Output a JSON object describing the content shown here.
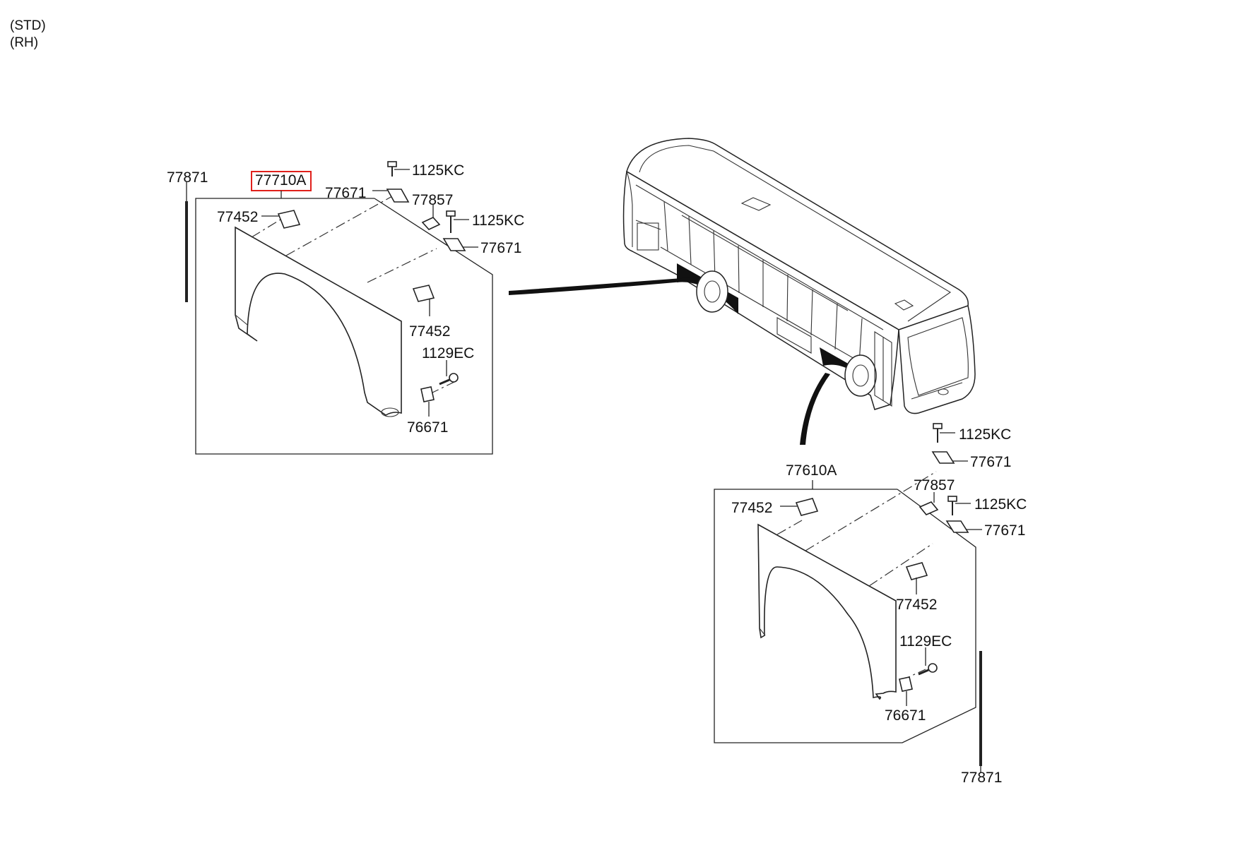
{
  "header": {
    "line1": "(STD)",
    "line2": "(RH)"
  },
  "labels": {
    "rear": {
      "strip": "77871",
      "assembly": "77710A",
      "bracket_top": "77671",
      "clip_top": "77857",
      "screw_top": "1125KC",
      "screw_mid": "1125KC",
      "bracket_mid": "77671",
      "pad_top": "77452",
      "pad_lower": "77452",
      "bolt": "1129EC",
      "bracket_bottom": "76671"
    },
    "front": {
      "screw_top": "1125KC",
      "bracket_top": "77671",
      "assembly": "77610A",
      "clip": "77857",
      "screw_mid": "1125KC",
      "pad_top": "77452",
      "bracket_mid": "77671",
      "pad_lower": "77452",
      "bolt": "1129EC",
      "bracket_bottom": "76671",
      "strip": "77871"
    }
  },
  "highlight": {
    "color": "#e0201b"
  }
}
